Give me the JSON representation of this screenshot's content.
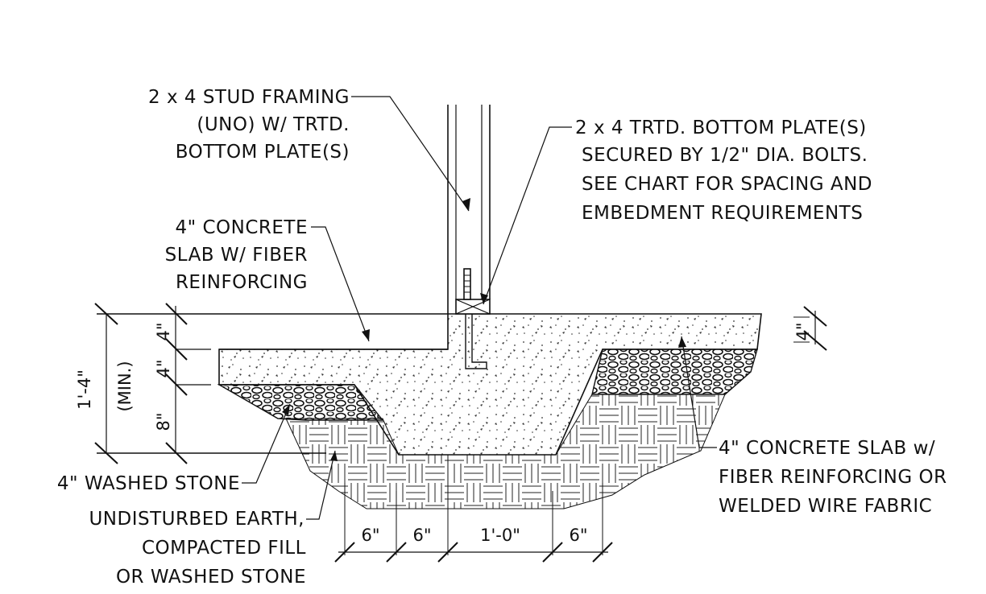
{
  "labels": {
    "stud_framing": [
      "2 x 4 STUD FRAMING",
      "(UNO) W/ TRTD.",
      "BOTTOM PLATE(S)"
    ],
    "bottom_plate": [
      "2 x 4 TRTD. BOTTOM PLATE(S)",
      "SECURED BY 1/2\" DIA. BOLTS.",
      "SEE CHART FOR SPACING AND",
      "EMBEDMENT REQUIREMENTS"
    ],
    "slab_left": [
      "4\" CONCRETE",
      "SLAB W/ FIBER",
      "REINFORCING"
    ],
    "washed_stone": "4\" WASHED STONE",
    "earth": [
      "UNDISTURBED EARTH,",
      "COMPACTED FILL",
      "OR WASHED STONE"
    ],
    "slab_right": [
      "4\" CONCRETE SLAB w/",
      "FIBER REINFORCING OR",
      "WELDED WIRE FABRIC"
    ]
  },
  "dimensions": {
    "vertical_total": "1'-4\"",
    "vertical_min": "(MIN.)",
    "slab_thickness": "4\"",
    "stone_thickness": "4\"",
    "footing_depth": "8\"",
    "right_slab": "4\"",
    "bottom": [
      "6\"",
      "6\"",
      "1'-0\"",
      "6\""
    ]
  }
}
